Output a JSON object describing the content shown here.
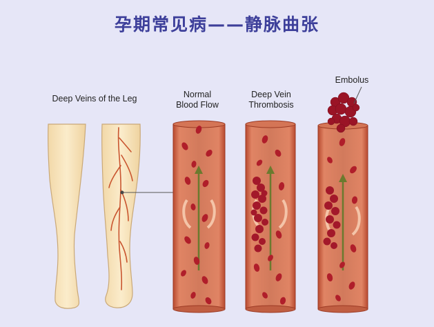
{
  "title": "孕期常见病——静脉曲张",
  "labels": {
    "legs": "Deep Veins of the Leg",
    "normal_line1": "Normal",
    "normal_line2": "Blood Flow",
    "dvt_line1": "Deep Vein",
    "dvt_line2": "Thrombosis",
    "embolus": "Embolus"
  },
  "colors": {
    "background": "#e6e6f7",
    "title": "#3d3f9a",
    "vessel_wall": "#c95a3a",
    "vessel_inner": "#d8896a",
    "blood_cell": "#b01e2a",
    "clot": "#a3182a",
    "arrow": "#6b7a2e",
    "leg_skin": "#f6e2b8"
  }
}
